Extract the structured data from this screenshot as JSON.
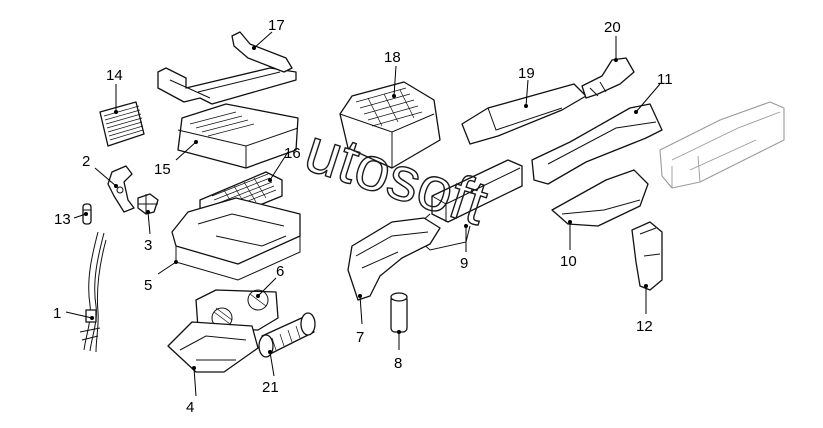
{
  "watermark": "utosoft",
  "callouts": {
    "c1": "1",
    "c2": "2",
    "c3": "3",
    "c4": "4",
    "c5": "5",
    "c6": "6",
    "c7": "7",
    "c8": "8",
    "c9": "9",
    "c10": "10",
    "c11": "11",
    "c12": "12",
    "c13": "13",
    "c14": "14",
    "c15": "15",
    "c16": "16",
    "c17": "17",
    "c18": "18",
    "c19": "19",
    "c20": "20",
    "c21": "21"
  }
}
